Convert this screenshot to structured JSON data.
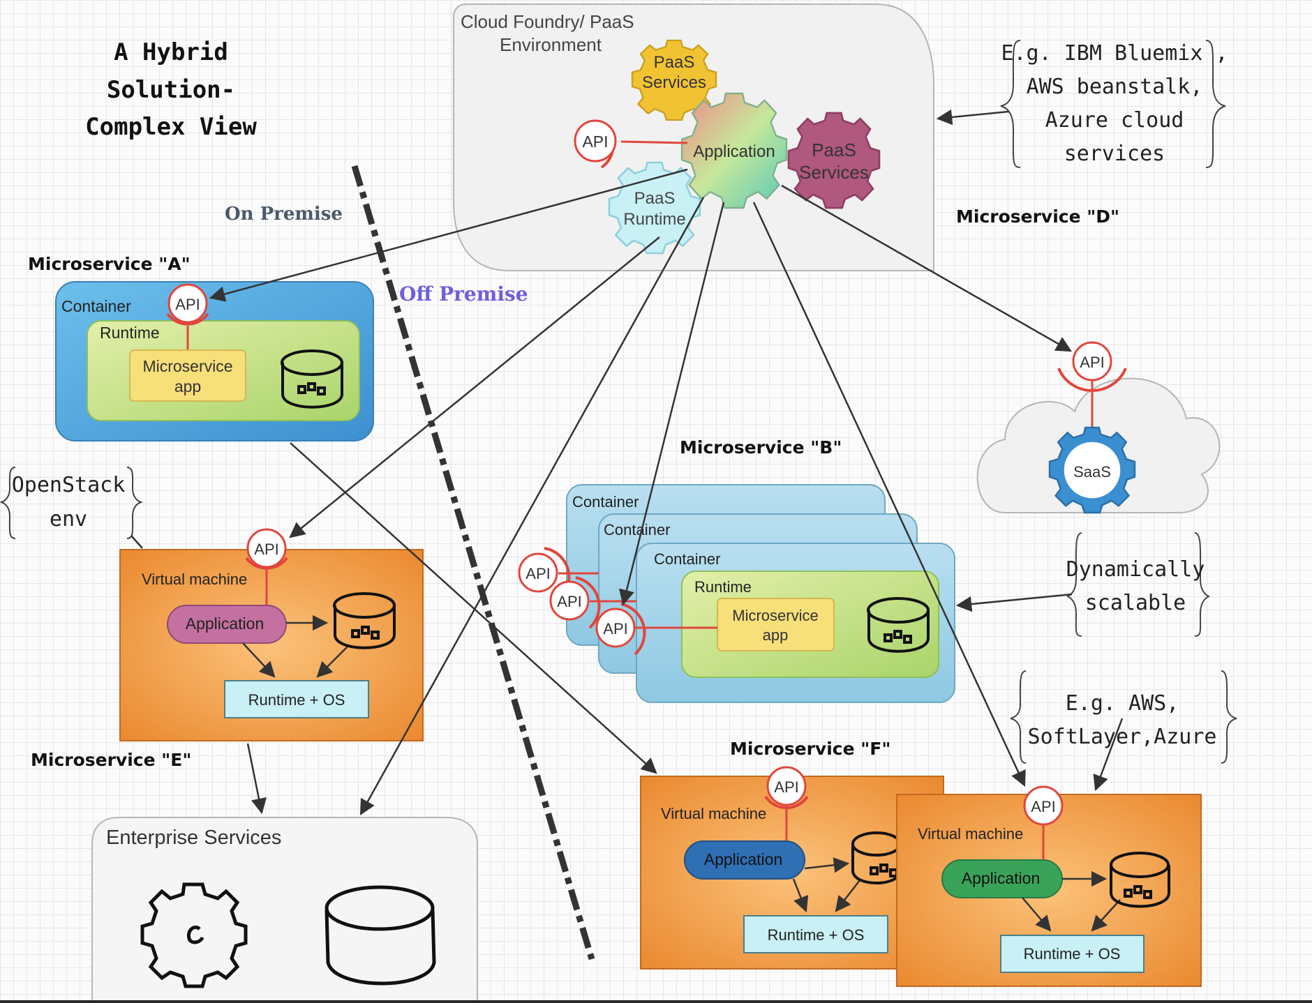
{
  "title_lines": [
    "A Hybrid",
    "Solution-",
    "Complex View"
  ],
  "zones": {
    "on_premise": "On Premise",
    "off_premise": "Off Premise"
  },
  "paas": {
    "env_lines": [
      "Cloud Foundry/ PaaS",
      "Environment"
    ],
    "services_top": [
      "PaaS",
      "Services"
    ],
    "services_right": [
      "PaaS",
      "Services"
    ],
    "runtime": [
      "PaaS",
      "Runtime"
    ],
    "application": "Application",
    "api": "API"
  },
  "notes": {
    "paas_examples": [
      "E.g. IBM Bluemix ,",
      "AWS beanstalk,",
      "Azure cloud",
      "services"
    ],
    "openstack": [
      "OpenStack",
      "env"
    ],
    "scalable": [
      "Dynamically",
      "scalable"
    ],
    "cloud_examples": [
      "E.g. AWS,",
      "SoftLayer,Azure"
    ]
  },
  "microservices": {
    "a": {
      "title": "Microservice \"A\"",
      "container": "Container",
      "runtime": "Runtime",
      "app": [
        "Microservice",
        "app"
      ],
      "api": "API"
    },
    "b": {
      "title": "Microservice \"B\"",
      "containers": [
        "Container",
        "Container",
        "Container"
      ],
      "runtime": "Runtime",
      "app": [
        "Microservice",
        "app"
      ],
      "apis": [
        "API",
        "API",
        "API"
      ]
    },
    "d": {
      "title": "Microservice \"D\"",
      "api": "API",
      "saas": "SaaS"
    },
    "e": {
      "title": "Microservice \"E\"",
      "vm": "Virtual machine",
      "app": "Application",
      "runtime_os": "Runtime + OS",
      "api": "API"
    },
    "f": {
      "title": "Microservice \"F\"",
      "vm1": {
        "label": "Virtual machine",
        "app": "Application",
        "runtime_os": "Runtime + OS",
        "api": "API"
      },
      "vm2": {
        "label": "Virtual machine",
        "app": "Application",
        "runtime_os": "Runtime + OS",
        "api": "API"
      }
    }
  },
  "enterprise": {
    "title": "Enterprise Services"
  },
  "colors": {
    "container_blue": "#4a9fd8",
    "runtime_green": "#c9e39a",
    "app_yellow": "#f7df7a",
    "vm_orange": "#f08c30",
    "api_red": "#e0463c",
    "paas_yellow": "#f1c232",
    "paas_purple": "#b0587e",
    "paas_cyan": "#c9f0f5",
    "saas_blue": "#3a8fd0",
    "app_pink": "#c470a0",
    "app_blue": "#2f6fb3",
    "app_green": "#3aa35a",
    "off_premise_purple": "#6f5fd9"
  }
}
